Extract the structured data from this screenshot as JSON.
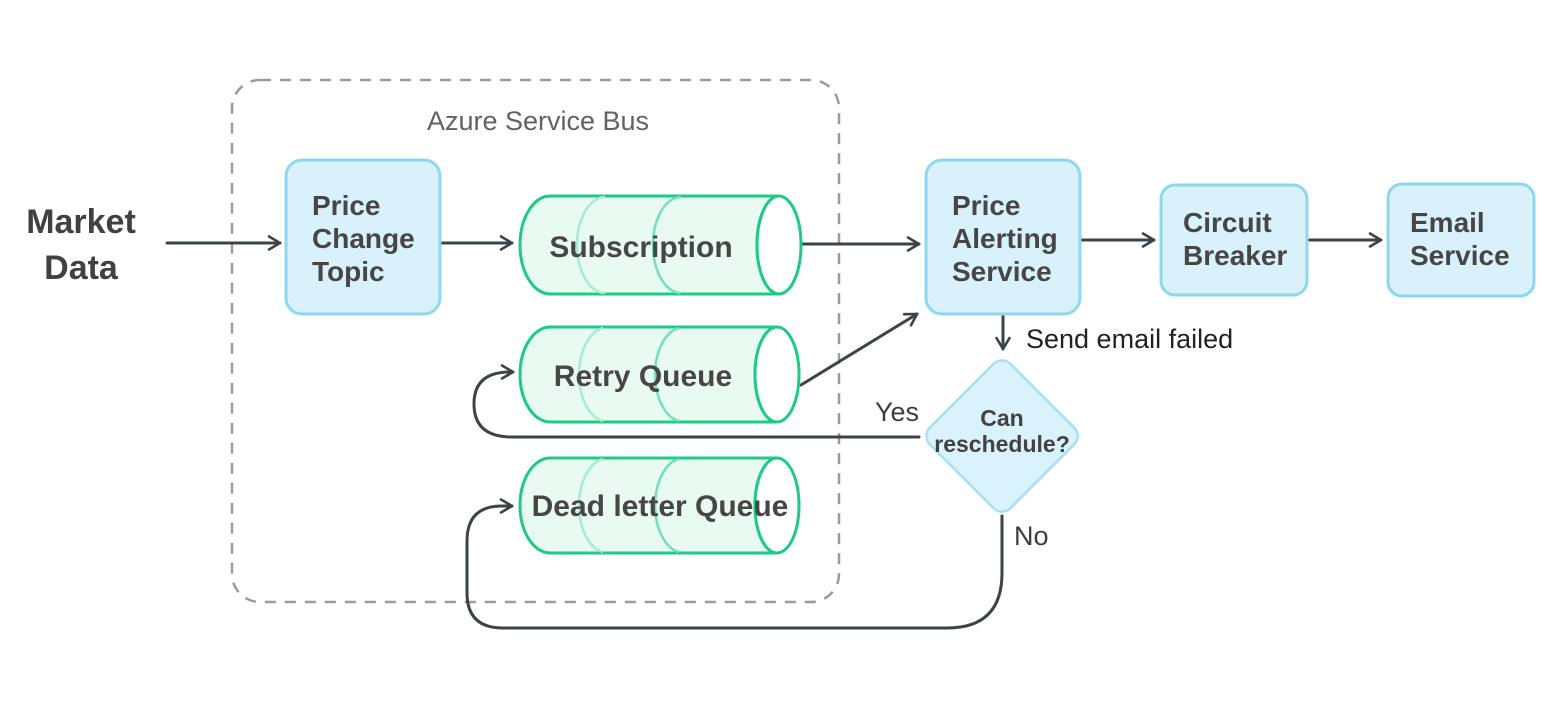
{
  "container": {
    "label": "Azure Service Bus"
  },
  "nodes": {
    "market_data": {
      "lines": [
        "Market",
        "Data"
      ]
    },
    "price_change_topic": {
      "lines": [
        "Price",
        "Change",
        "Topic"
      ]
    },
    "subscription": {
      "label": "Subscription"
    },
    "retry_queue": {
      "label": "Retry Queue"
    },
    "dead_letter_queue": {
      "label": "Dead letter Queue"
    },
    "price_alerting_service": {
      "lines": [
        "Price",
        "Alerting",
        "Service"
      ]
    },
    "circuit_breaker": {
      "lines": [
        "Circuit",
        "Breaker"
      ]
    },
    "email_service": {
      "lines": [
        "Email",
        "Service"
      ]
    },
    "can_reschedule": {
      "lines": [
        "Can",
        "reschedule?"
      ]
    }
  },
  "edge_labels": {
    "send_email_failed": "Send email failed",
    "yes": "Yes",
    "no": "No"
  },
  "colors": {
    "node_fill": "#d8f1fa",
    "node_border": "#8ed8ef",
    "diamond_border": "#a6e0f3",
    "cylinder_stroke": "#1ccb86",
    "cylinder_fill": "#e9faf2",
    "cylinder_arc_light": "#a5edd2",
    "cylinder_arc_dark": "#74e0b6",
    "connector": "#3e4347",
    "container_border": "#9b9b9b",
    "label_text": "#464646"
  }
}
